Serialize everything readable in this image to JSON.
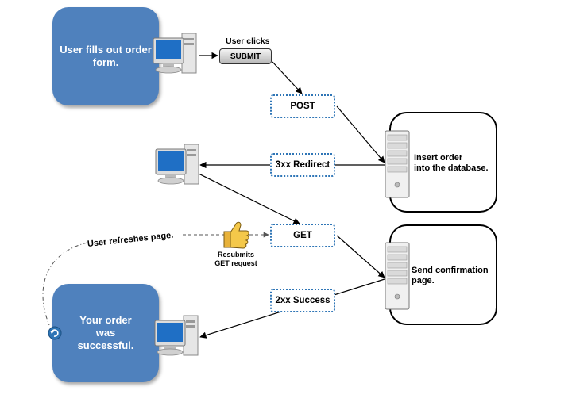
{
  "cards": {
    "fill_form": [
      "User fills out order",
      "form."
    ],
    "success": [
      "Your order",
      "was",
      "successful."
    ]
  },
  "button": {
    "caption": "User clicks",
    "label": "SUBMIT"
  },
  "messages": {
    "post": "POST",
    "redirect": "3xx Redirect",
    "get": "GET",
    "success": "2xx Success"
  },
  "servers": {
    "insert": [
      "Insert order",
      "into the database."
    ],
    "confirm": [
      "Send confirmation",
      "page."
    ]
  },
  "refresh": {
    "label": "User refreshes page.",
    "resubmit": [
      "Resubmits",
      "GET request"
    ]
  },
  "colors": {
    "card": "#4f81bd",
    "dotted_border": "#2e75b6",
    "monitor_screen": "#1f6fc5"
  },
  "icons": [
    "desktop-computer-icon",
    "server-icon",
    "thumbs-up-icon",
    "refresh-icon"
  ]
}
